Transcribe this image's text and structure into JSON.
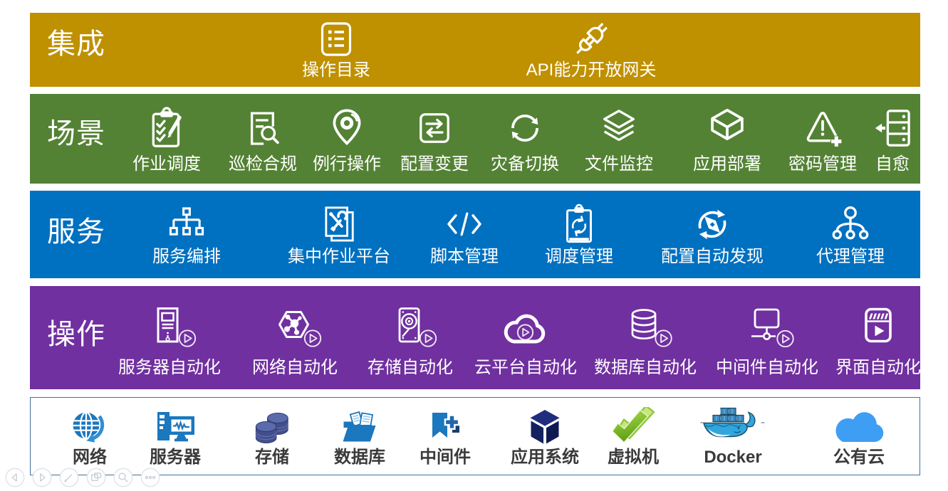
{
  "slide": {
    "type": "layered-architecture-diagram",
    "background": "#FFFFFF"
  },
  "palette": {
    "integration_band": "#BF9000",
    "scenario_band": "#548235",
    "service_band": "#0070C0",
    "operation_band": "#7030A0",
    "resource_panel_border": "#41719C",
    "resource_label_color": "#3A3A3A",
    "band_text_color": "#FFFFFF",
    "resource_icon_blue": "#1B77BE",
    "resource_icon_navy": "#1A2568",
    "resource_icon_slate": "#4E5C97",
    "resource_icon_green": "#7DBE30",
    "resource_icon_docker": "#2FA6DE",
    "resource_icon_cloud": "#3E9EF4"
  },
  "rows": [
    {
      "id": "integration",
      "label": "集成",
      "color": "#BF9000",
      "items": [
        {
          "label": "操作目录",
          "icon": "catalog-list-icon"
        },
        {
          "label": "API能力开放网关",
          "icon": "api-plug-icon"
        }
      ]
    },
    {
      "id": "scenario",
      "label": "场景",
      "color": "#548235",
      "items": [
        {
          "label": "作业调度",
          "icon": "clipboard-check-pen-icon"
        },
        {
          "label": "巡检合规",
          "icon": "doc-search-icon"
        },
        {
          "label": "例行操作",
          "icon": "map-pin-icon"
        },
        {
          "label": "配置变更",
          "icon": "swap-arrows-icon"
        },
        {
          "label": "灾备切换",
          "icon": "refresh-cycle-icon"
        },
        {
          "label": "文件监控",
          "icon": "layers-icon"
        },
        {
          "label": "应用部署",
          "icon": "cube-icon"
        },
        {
          "label": "密码管理",
          "icon": "warning-plus-icon"
        },
        {
          "label": "自愈",
          "icon": "server-heal-icon"
        }
      ]
    },
    {
      "id": "service",
      "label": "服务",
      "color": "#0070C0",
      "items": [
        {
          "label": "服务编排",
          "icon": "org-tree-icon"
        },
        {
          "label": "集中作业平台",
          "icon": "pages-tools-icon"
        },
        {
          "label": "脚本管理",
          "icon": "code-icon"
        },
        {
          "label": "调度管理",
          "icon": "clipboard-refresh-icon"
        },
        {
          "label": "配置自动发现",
          "icon": "compass-refresh-icon"
        },
        {
          "label": "代理管理",
          "icon": "agent-tree-icon"
        }
      ]
    },
    {
      "id": "operation",
      "label": "操作",
      "color": "#7030A0",
      "items": [
        {
          "label": "服务器自动化",
          "icon": "server-tower-play-icon"
        },
        {
          "label": "网络自动化",
          "icon": "network-hex-play-icon"
        },
        {
          "label": "存储自动化",
          "icon": "storage-play-icon"
        },
        {
          "label": "云平台自动化",
          "icon": "cloud-play-icon"
        },
        {
          "label": "数据库自动化",
          "icon": "database-play-icon"
        },
        {
          "label": "中间件自动化",
          "icon": "middleware-play-icon"
        },
        {
          "label": "界面自动化",
          "icon": "ui-film-play-icon"
        }
      ]
    },
    {
      "id": "resources",
      "label": "",
      "color": "#FFFFFF",
      "items": [
        {
          "label": "网络",
          "icon": "globe-swoosh-icon"
        },
        {
          "label": "服务器",
          "icon": "server-monitor-icon"
        },
        {
          "label": "存储",
          "icon": "disks-icon"
        },
        {
          "label": "数据库",
          "icon": "folder-files-icon"
        },
        {
          "label": "中间件",
          "icon": "bookmark-plus-icon"
        },
        {
          "label": "应用系统",
          "icon": "navy-cube-icon"
        },
        {
          "label": "虚拟机",
          "icon": "green-check-icon"
        },
        {
          "label": "Docker",
          "icon": "docker-whale-icon"
        },
        {
          "label": "公有云",
          "icon": "cloud-flat-icon"
        }
      ]
    }
  ],
  "player_controls": [
    {
      "name": "previous-slide",
      "icon": "arrow-left-icon"
    },
    {
      "name": "next-slide",
      "icon": "arrow-right-icon"
    },
    {
      "name": "pen-tool",
      "icon": "pen-icon"
    },
    {
      "name": "slides-panel",
      "icon": "slides-panel-icon"
    },
    {
      "name": "zoom",
      "icon": "magnifier-icon"
    },
    {
      "name": "more-options",
      "icon": "ellipsis-icon"
    }
  ]
}
